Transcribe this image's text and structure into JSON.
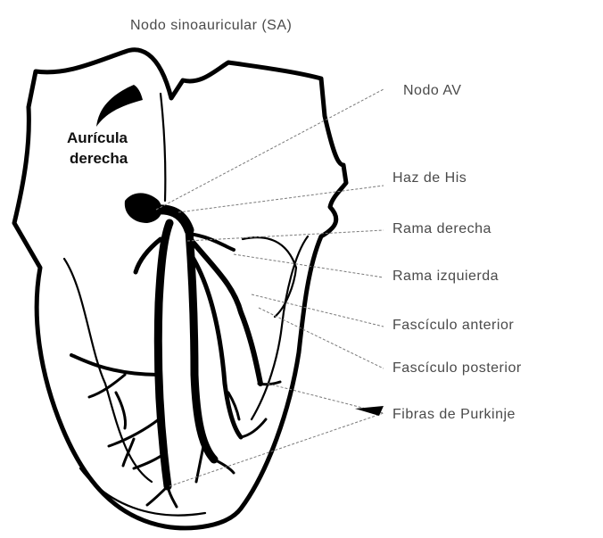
{
  "diagram": {
    "title": "Nodo sinoauricular (SA)",
    "inner_label": {
      "line1": "Aurícula",
      "line2": "derecha"
    },
    "labels": [
      "Nodo AV",
      "Haz de His",
      "Rama derecha",
      "Rama izquierda",
      "Fascículo anterior",
      "Fascículo posterior",
      "Fibras de Purkinje"
    ]
  }
}
